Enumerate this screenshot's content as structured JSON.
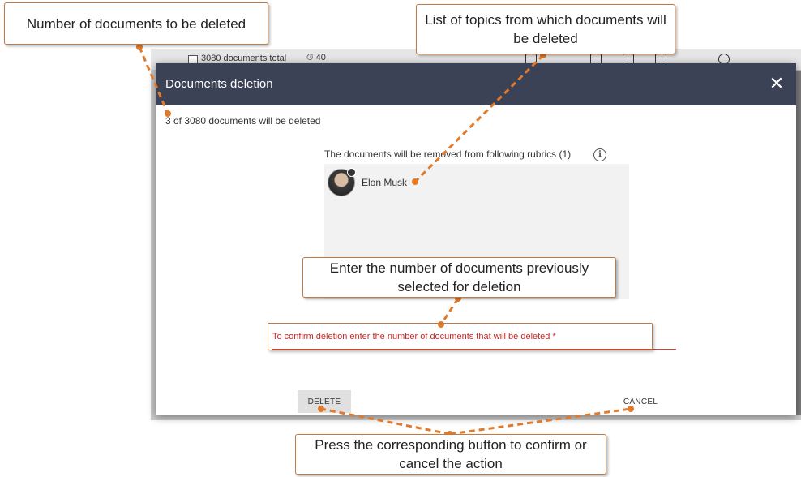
{
  "background": {
    "total_label": "3080 documents total",
    "clock_label": "⏱ 40"
  },
  "dialog": {
    "title": "Documents deletion",
    "close_symbol": "✕",
    "count_text": "3 of 3080 documents will be deleted",
    "rubrics_label": "The documents will be removed from following rubrics (1)",
    "info_symbol": "i",
    "rubrics": [
      {
        "name": "Elon Musk"
      }
    ],
    "confirm_label": "To confirm deletion enter the number of documents that will be deleted *",
    "confirm_value": "",
    "delete_label": "DELETE",
    "cancel_label": "CANCEL"
  },
  "callouts": {
    "count": "Number of documents to be deleted",
    "topics": "List of topics from which documents will be deleted",
    "enter": "Enter the number of documents previously selected for deletion",
    "buttons": "Press the corresponding button to confirm or cancel the action"
  },
  "colors": {
    "header": "#3b4256",
    "accent_red": "#c62828",
    "callout_border": "#c07a43",
    "arrow": "#e07b2e"
  }
}
